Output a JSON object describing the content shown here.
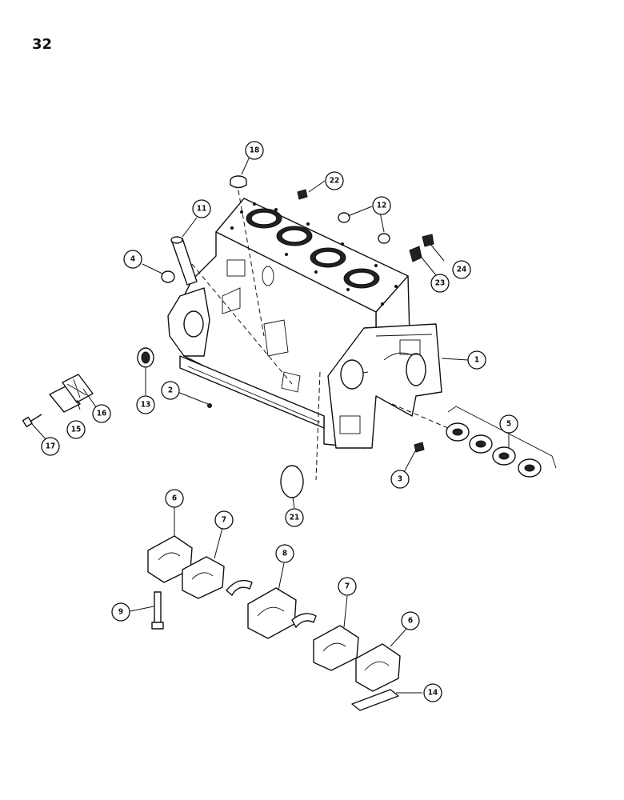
{
  "page": {
    "number": "32"
  },
  "callouts": [
    "1",
    "2",
    "3",
    "4",
    "5",
    "6",
    "7",
    "8",
    "9",
    "11",
    "12",
    "13",
    "14",
    "15",
    "16",
    "17",
    "18",
    "21",
    "22",
    "23",
    "24"
  ],
  "colors": {
    "ink": "#111111",
    "paper": "#ffffff"
  }
}
